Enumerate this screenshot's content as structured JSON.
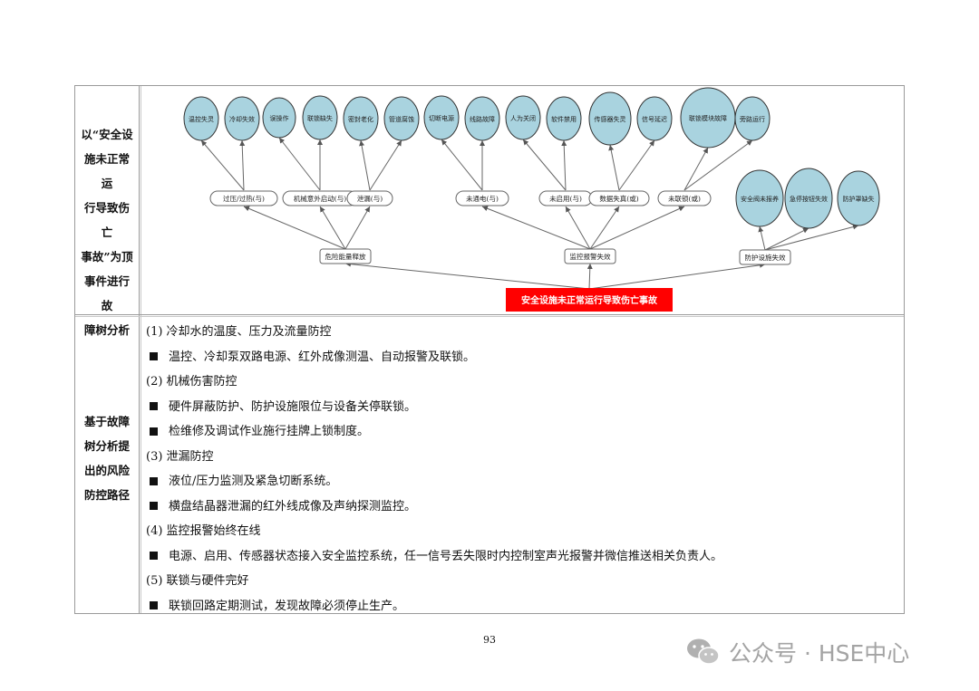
{
  "table": {
    "row1_label": [
      "以“安全设",
      "施未正常运",
      "行导致伤亡",
      "事故”为顶",
      "事件进行故",
      "障树分析"
    ],
    "row2_label": [
      "基于故障",
      "树分析提",
      "出的风险",
      "防控路径"
    ]
  },
  "fault_tree": {
    "top_event": "安全设施未正常运行导致伤亡事故",
    "level2": [
      "危险能量释放",
      "监控报警失效",
      "防护设施失效"
    ],
    "level3": [
      "过压/过热(与)",
      "机械意外启动(与)",
      "泄漏(与)",
      "未通电(与)",
      "未启用(与)",
      "数据失真(或)",
      "未联锁(或)"
    ],
    "basic_events": [
      "温控失灵",
      "冷却失效",
      "误操作",
      "联锁缺失",
      "密封老化",
      "管道腐蚀",
      "切断电源",
      "线路故障",
      "人为关闭",
      "软件禁用",
      "传感器失灵",
      "信号延迟",
      "联锁模块故障",
      "旁路运行",
      "安全阀未报养",
      "急停按钮失效",
      "防护罩缺失"
    ],
    "colors": {
      "node_fill": "#a9d3df",
      "top_event_bg": "#ff0000"
    }
  },
  "measures": [
    {
      "type": "heading",
      "text": "(1)  冷却水的温度、压力及流量防控"
    },
    {
      "type": "bullet",
      "text": "温控、冷却泵双路电源、红外成像测温、自动报警及联锁。"
    },
    {
      "type": "heading",
      "text": "(2)  机械伤害防控"
    },
    {
      "type": "bullet",
      "text": "硬件屏蔽防护、防护设施限位与设备关停联锁。"
    },
    {
      "type": "bullet",
      "text": "检维修及调试作业施行挂牌上锁制度。"
    },
    {
      "type": "heading",
      "text": "(3)  泄漏防控"
    },
    {
      "type": "bullet",
      "text": "液位/压力监测及紧急切断系统。"
    },
    {
      "type": "bullet",
      "text": "横盘结晶器泄漏的红外线成像及声纳探测监控。"
    },
    {
      "type": "heading",
      "text": "(4)  监控报警始终在线"
    },
    {
      "type": "bullet",
      "text": "电源、启用、传感器状态接入安全监控系统，任一信号丢失限时内控制室声光报警并微信推送相关负责人。"
    },
    {
      "type": "heading",
      "text": "(5)  联锁与硬件完好"
    },
    {
      "type": "bullet",
      "text": "联锁回路定期测试，发现故障必须停止生产。"
    }
  ],
  "page_number": "93",
  "watermark": "公众号 · HSE中心",
  "watermark_icon": "wechat-icon"
}
